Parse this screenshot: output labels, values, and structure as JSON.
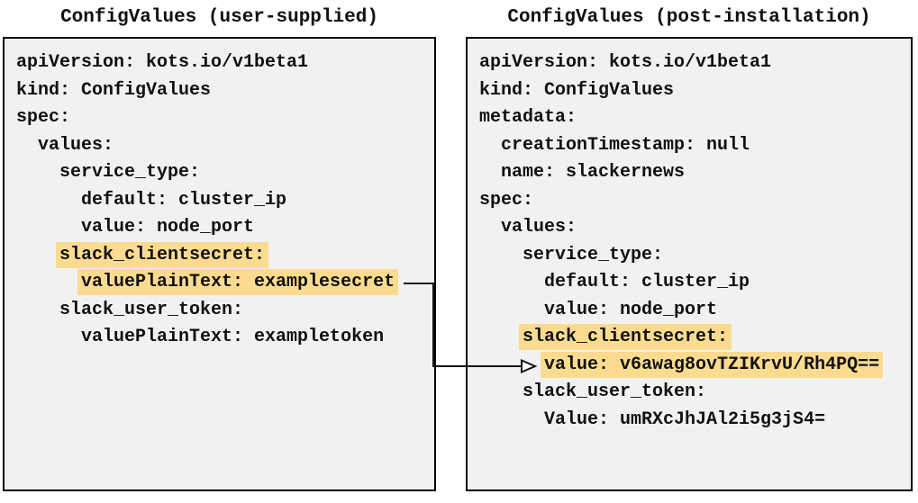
{
  "colors": {
    "panel_bg": "#f1f1f1",
    "panel_border": "#000000",
    "highlight": "#fbdb8f",
    "text": "#111111",
    "arrow": "#111111"
  },
  "left_panel": {
    "title": "ConfigValues (user-supplied)",
    "lines": [
      {
        "pre": "",
        "text": "apiVersion: kots.io/v1beta1",
        "highlight": false
      },
      {
        "pre": "",
        "text": "kind: ConfigValues",
        "highlight": false
      },
      {
        "pre": "",
        "text": "spec:",
        "highlight": false
      },
      {
        "pre": "  ",
        "text": "values:",
        "highlight": false
      },
      {
        "pre": "    ",
        "text": "service_type:",
        "highlight": false
      },
      {
        "pre": "      ",
        "text": "default: cluster_ip",
        "highlight": false
      },
      {
        "pre": "      ",
        "text": "value: node_port",
        "highlight": false
      },
      {
        "pre": "    ",
        "text": "slack_clientsecret:",
        "highlight": true
      },
      {
        "pre": "      ",
        "text": "valuePlainText: examplesecret",
        "highlight": true
      },
      {
        "pre": "    ",
        "text": "slack_user_token:",
        "highlight": false
      },
      {
        "pre": "      ",
        "text": "valuePlainText: exampletoken",
        "highlight": false
      }
    ]
  },
  "right_panel": {
    "title": "ConfigValues (post-installation)",
    "lines": [
      {
        "pre": "",
        "text": "apiVersion: kots.io/v1beta1",
        "highlight": false
      },
      {
        "pre": "",
        "text": "kind: ConfigValues",
        "highlight": false
      },
      {
        "pre": "",
        "text": "metadata:",
        "highlight": false
      },
      {
        "pre": "  ",
        "text": "creationTimestamp: null",
        "highlight": false
      },
      {
        "pre": "  ",
        "text": "name: slackernews",
        "highlight": false
      },
      {
        "pre": "",
        "text": "spec:",
        "highlight": false
      },
      {
        "pre": "  ",
        "text": "values:",
        "highlight": false
      },
      {
        "pre": "    ",
        "text": "service_type:",
        "highlight": false
      },
      {
        "pre": "      ",
        "text": "default: cluster_ip",
        "highlight": false
      },
      {
        "pre": "      ",
        "text": "value: node_port",
        "highlight": false
      },
      {
        "pre": "    ",
        "text": "slack_clientsecret:",
        "highlight": true
      },
      {
        "pre": "      ",
        "text": "value: v6awag8ovTZIKrvU/Rh4PQ==",
        "highlight": true
      },
      {
        "pre": "    ",
        "text": "slack_user_token:",
        "highlight": false
      },
      {
        "pre": "      ",
        "text": "Value: umRXcJhJAl2i5g3jS4=",
        "highlight": false
      }
    ]
  },
  "arrow": {
    "from_panel": "left",
    "from_line_index": 8,
    "to_panel": "right",
    "to_line_index": 11
  }
}
